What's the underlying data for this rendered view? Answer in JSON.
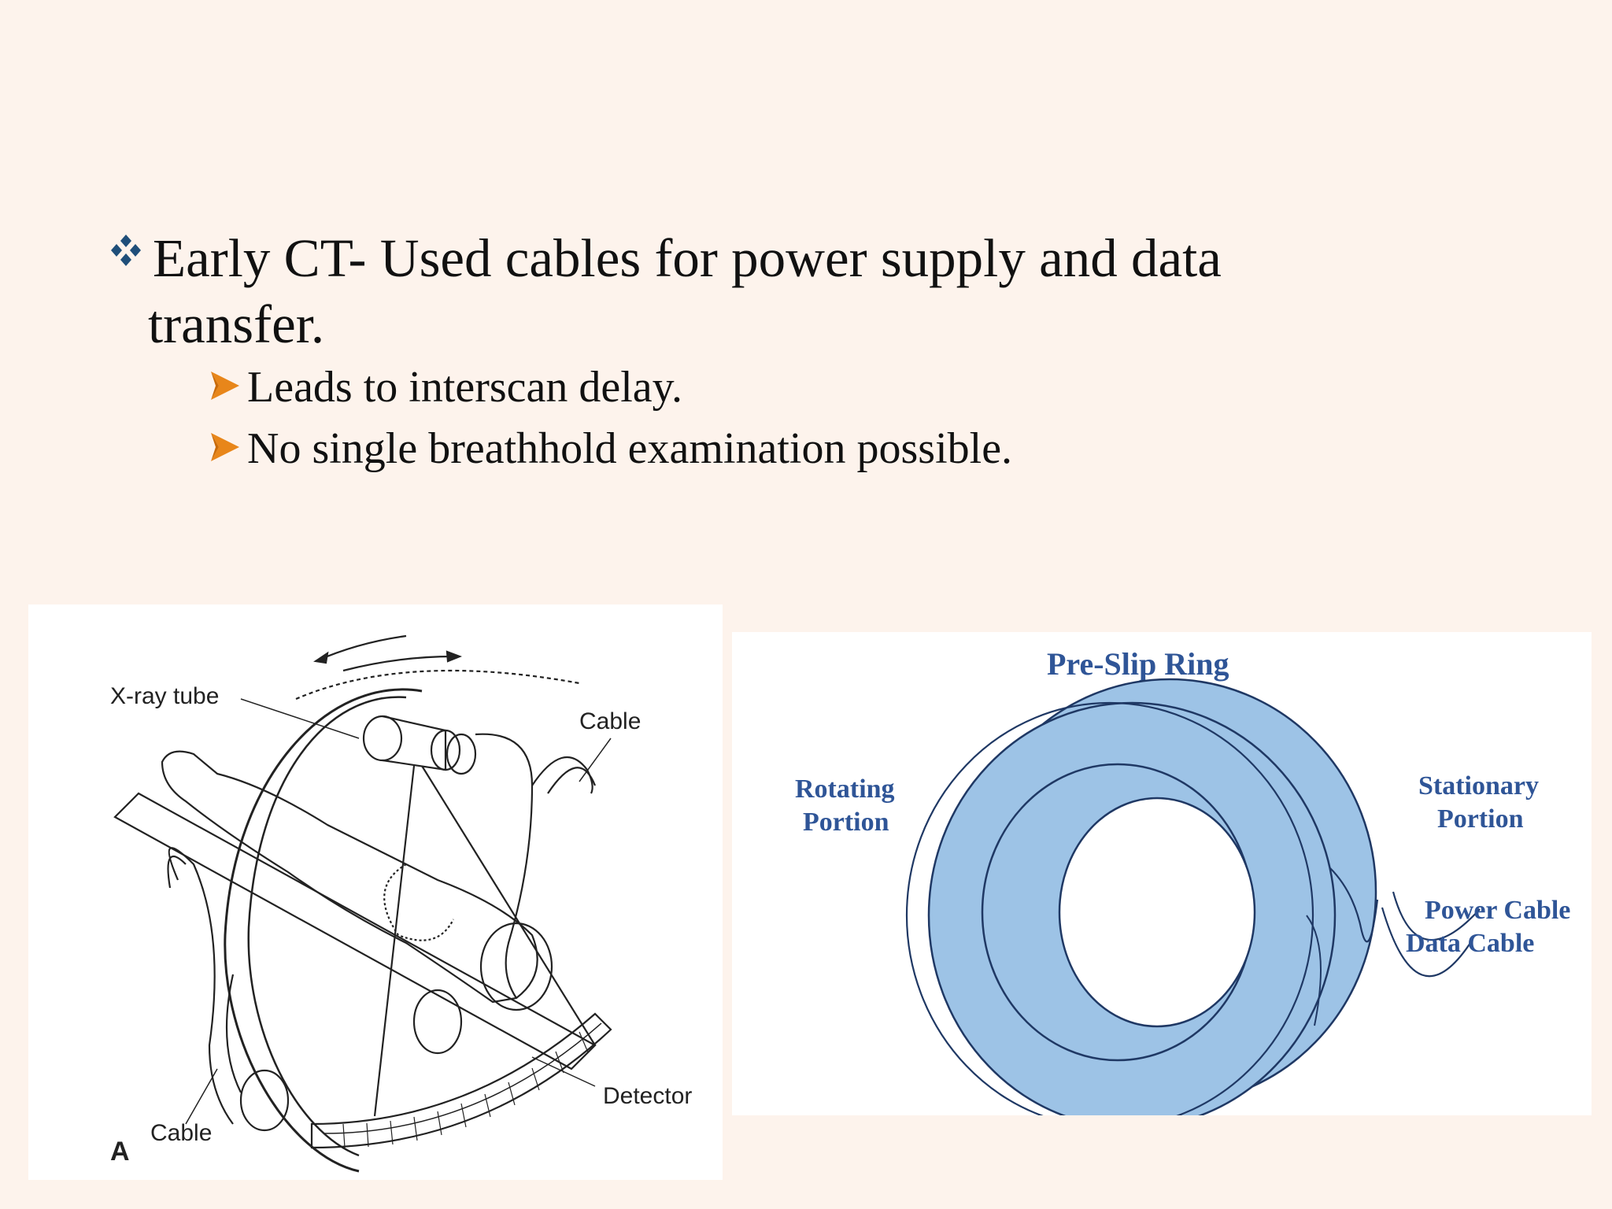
{
  "slide": {
    "bullet_main_line1": "Early CT- Used cables for power supply and data",
    "bullet_main_line2": "transfer.",
    "sub_bullets": [
      "Leads to interscan delay.",
      "No single breathhold examination possible."
    ]
  },
  "figure_a": {
    "label_xray_tube": "X-ray tube",
    "label_cable_top": "Cable",
    "label_cable_bottom": "Cable",
    "label_detector": "Detector",
    "panel_letter": "A"
  },
  "figure_b": {
    "title": "Pre-Slip Ring",
    "rotating_line1": "Rotating",
    "rotating_line2": "Portion",
    "stationary_line1": "Stationary",
    "stationary_line2": "Portion",
    "power_cable": "Power Cable",
    "data_cable": "Data Cable"
  },
  "colors": {
    "background": "#fdf3ec",
    "diamond_bullet": "#1f4e79",
    "arrow_bullet": "#e8861a",
    "ring_fill": "#9dc3e6",
    "ring_text": "#2f5597"
  }
}
